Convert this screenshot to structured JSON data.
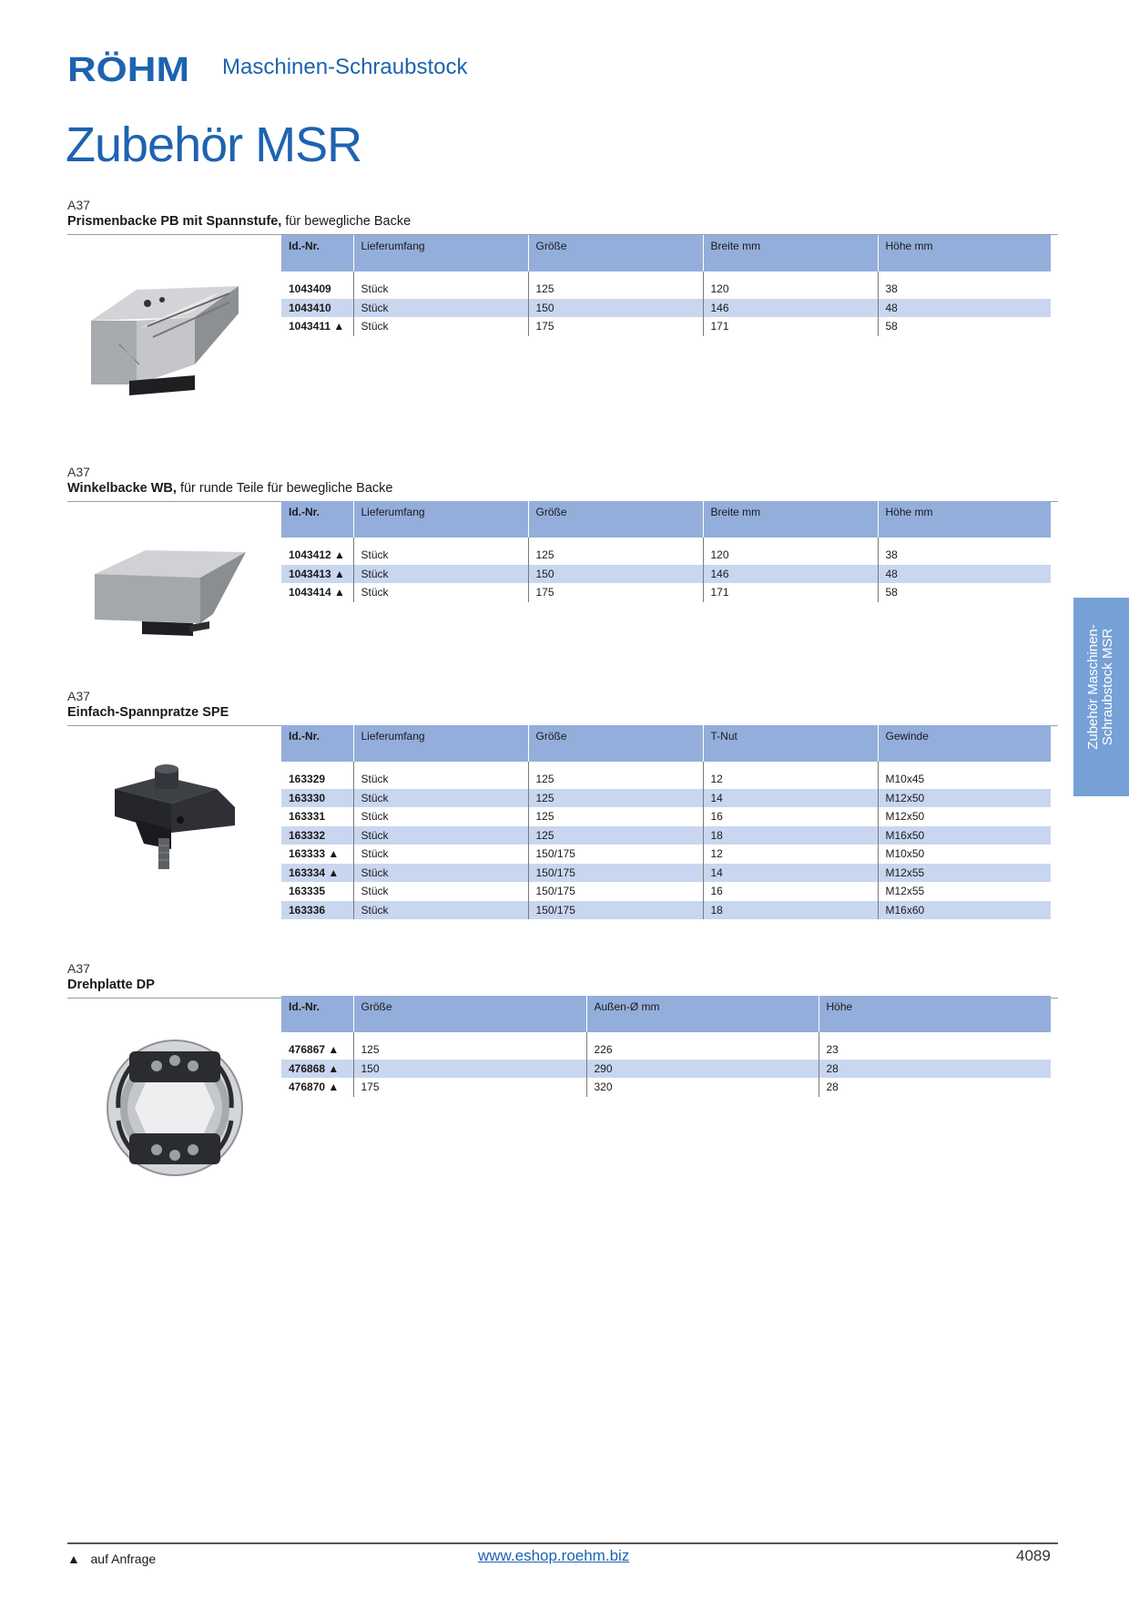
{
  "header": {
    "brand": "RÖHM",
    "subtitle": "Maschinen-Schraubstock"
  },
  "page_title": "Zubehör MSR",
  "sections": [
    {
      "code": "A37",
      "title_bold": "Prismenbacke PB mit Spannstufe,",
      "title_rest": " für bewegliche Backe",
      "columns": [
        "Id.-Nr.",
        "Lieferumfang",
        "Größe",
        "Breite mm",
        "Höhe mm"
      ],
      "rows": [
        [
          "1043409",
          "Stück",
          "125",
          "120",
          "38"
        ],
        [
          "1043410",
          "Stück",
          "150",
          "146",
          "48"
        ],
        [
          "1043411 ▲",
          "Stück",
          "175",
          "171",
          "58"
        ]
      ]
    },
    {
      "code": "A37",
      "title_bold": "Winkelbacke WB,",
      "title_rest": " für runde Teile für bewegliche Backe",
      "columns": [
        "Id.-Nr.",
        "Lieferumfang",
        "Größe",
        "Breite mm",
        "Höhe mm"
      ],
      "rows": [
        [
          "1043412 ▲",
          "Stück",
          "125",
          "120",
          "38"
        ],
        [
          "1043413 ▲",
          "Stück",
          "150",
          "146",
          "48"
        ],
        [
          "1043414 ▲",
          "Stück",
          "175",
          "171",
          "58"
        ]
      ]
    },
    {
      "code": "A37",
      "title_bold": "Einfach-Spannpratze SPE",
      "title_rest": "",
      "columns": [
        "Id.-Nr.",
        "Lieferumfang",
        "Größe",
        "T-Nut",
        "Gewinde"
      ],
      "rows": [
        [
          "163329",
          "Stück",
          "125",
          "12",
          "M10x45"
        ],
        [
          "163330",
          "Stück",
          "125",
          "14",
          "M12x50"
        ],
        [
          "163331",
          "Stück",
          "125",
          "16",
          "M12x50"
        ],
        [
          "163332",
          "Stück",
          "125",
          "18",
          "M16x50"
        ],
        [
          "163333 ▲",
          "Stück",
          "150/175",
          "12",
          "M10x50"
        ],
        [
          "163334 ▲",
          "Stück",
          "150/175",
          "14",
          "M12x55"
        ],
        [
          "163335",
          "Stück",
          "150/175",
          "16",
          "M12x55"
        ],
        [
          "163336",
          "Stück",
          "150/175",
          "18",
          "M16x60"
        ]
      ]
    },
    {
      "code": "A37",
      "title_bold": "Drehplatte DP",
      "title_rest": "",
      "columns": [
        "Id.-Nr.",
        "Größe",
        "Außen-Ø mm",
        "Höhe"
      ],
      "rows": [
        [
          "476867 ▲",
          "125",
          "226",
          "23"
        ],
        [
          "476868 ▲",
          "150",
          "290",
          "28"
        ],
        [
          "476870 ▲",
          "175",
          "320",
          "28"
        ]
      ]
    }
  ],
  "side_tab": {
    "line1": "Zubehör Maschinen-",
    "line2": "Schraubstock MSR"
  },
  "footer": {
    "note": "▲   auf Anfrage",
    "link": "www.eshop.roehm.biz",
    "page_number": "4089"
  },
  "colors": {
    "brand_blue": "#1d63b0",
    "header_row": "#94aedb",
    "alt_row": "#c9d6ef",
    "side_tab": "#76a1d6"
  }
}
